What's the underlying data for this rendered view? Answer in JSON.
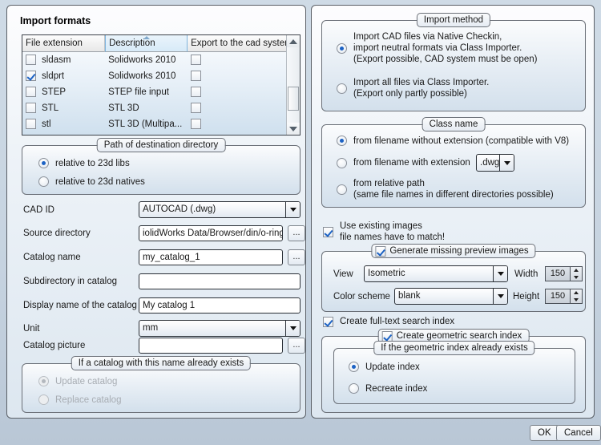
{
  "left": {
    "section_title": "Import formats",
    "table": {
      "columns": [
        "File extension",
        "Description",
        "Export to the cad system"
      ],
      "sorted_column": "Description",
      "rows": [
        {
          "checked": false,
          "extension": "sldasm",
          "description": "Solidworks 2010",
          "export": false
        },
        {
          "checked": true,
          "extension": "sldprt",
          "description": "Solidworks 2010",
          "export": false
        },
        {
          "checked": false,
          "extension": "STEP",
          "description": "STEP file input",
          "export": false
        },
        {
          "checked": false,
          "extension": "STL",
          "description": "STL 3D",
          "export": false
        },
        {
          "checked": false,
          "extension": "stl",
          "description": "STL 3D (Multipa...",
          "export": false
        }
      ]
    },
    "dest_group": {
      "caption": "Path of destination directory",
      "options": [
        {
          "label": "relative to 23d libs",
          "selected": true
        },
        {
          "label": "relative to 23d natives",
          "selected": false
        }
      ]
    },
    "fields": {
      "cad_id_label": "CAD ID",
      "cad_id_value": "AUTOCAD (.dwg)",
      "source_dir_label": "Source directory",
      "source_dir_value": "iolidWorks Data/Browser/din/o-rings",
      "catalog_name_label": "Catalog name",
      "catalog_name_value": "my_catalog_1",
      "subdirectory_label": "Subdirectory in catalog",
      "subdirectory_value": "",
      "display_name_label": "Display name of the catalog",
      "display_name_value": "My catalog 1",
      "unit_label": "Unit",
      "unit_value": "mm",
      "catalog_picture_label": "Catalog picture",
      "catalog_picture_value": "",
      "browse_label": "..."
    },
    "exists_group": {
      "caption": "If a catalog with this name already exists",
      "disabled": true,
      "options": [
        {
          "label": "Update catalog",
          "selected": true
        },
        {
          "label": "Replace catalog",
          "selected": false
        }
      ]
    }
  },
  "right": {
    "import_method": {
      "caption": "Import method",
      "options": [
        {
          "selected": true,
          "lines": [
            "Import CAD files via Native Checkin,",
            "import neutral formats via Class Importer.",
            "(Export possible, CAD system must be open)"
          ]
        },
        {
          "selected": false,
          "lines": [
            "Import all files via Class Importer.",
            "(Export only partly possible)"
          ]
        }
      ]
    },
    "class_name": {
      "caption": "Class name",
      "options": [
        {
          "selected": true,
          "lines": [
            "from filename without extension (compatible with V8)"
          ]
        },
        {
          "selected": false,
          "lines": [
            "from filename with extension"
          ],
          "dropdown": ".dwg"
        },
        {
          "selected": false,
          "lines": [
            "from relative path",
            "(same file names in different directories possible)"
          ]
        }
      ]
    },
    "use_existing_images": {
      "checked": true,
      "lines": [
        "Use existing images",
        "file names have to match!"
      ]
    },
    "preview_group": {
      "caption": "Generate missing preview images",
      "checked": true,
      "view_label": "View",
      "view_value": "Isometric",
      "width_label": "Width",
      "width_value": "150",
      "color_scheme_label": "Color scheme",
      "color_scheme_value": "blank",
      "height_label": "Height",
      "height_value": "150"
    },
    "fulltext_index": {
      "checked": true,
      "label": "Create full-text search index"
    },
    "geometric_group": {
      "caption": "Create geometric search index",
      "checked": true,
      "inner_caption": "If the geometric index already exists",
      "options": [
        {
          "label": "Update index",
          "selected": true
        },
        {
          "label": "Recreate index",
          "selected": false
        }
      ]
    }
  },
  "footer": {
    "ok_label": "OK",
    "cancel_label": "Cancel"
  },
  "colors": {
    "accent": "#1c62c4",
    "panel_border": "#5a5f66",
    "background": "#c6d3e0"
  }
}
